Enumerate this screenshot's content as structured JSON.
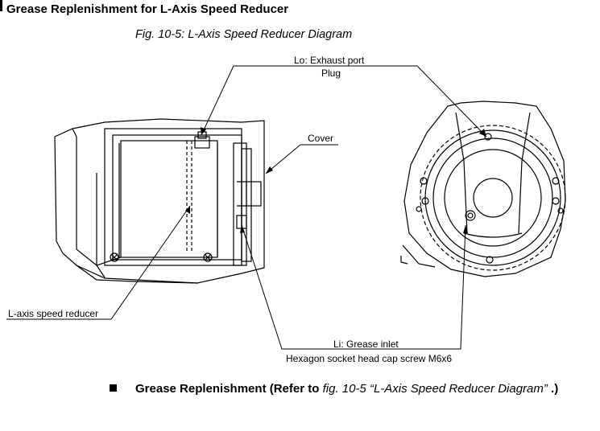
{
  "heading": "Grease Replenishment for L-Axis Speed Reducer",
  "figure": {
    "caption": "Fig. 10-5: L-Axis Speed Reducer Diagram",
    "labels": {
      "exhaust_port": "Lo: Exhaust port",
      "plug": "Plug",
      "cover": "Cover",
      "speed_reducer": "L-axis speed reducer",
      "grease_inlet": "Li: Grease inlet",
      "cap_screw": "Hexagon socket head cap screw M6x6"
    }
  },
  "paragraph": {
    "lead": "Grease Replenishment (Refer to ",
    "ref": "fig. 10-5  “L-Axis Speed Reducer Diagram”",
    "tail": " .)"
  }
}
